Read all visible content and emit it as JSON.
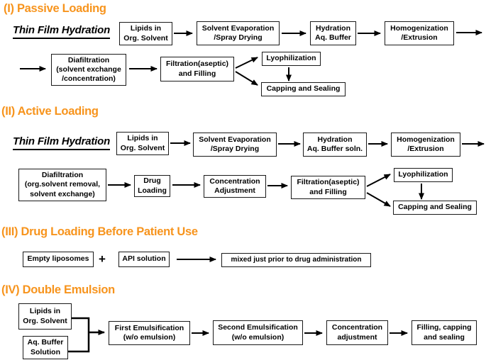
{
  "figure": {
    "type": "flow-diagram",
    "topic": "Liposome manufacturing process flows"
  },
  "palette": {
    "heading_orange": "#F7941D",
    "box_border": "#1a1a1a",
    "text": "#000000",
    "background": "#ffffff"
  },
  "sections": {
    "s1": {
      "heading": "(I) Passive Loading",
      "method_label": "Thin Film Hydration",
      "boxes": {
        "lipids": "Lipids in\nOrg. Solvent",
        "solvent_evap": "Solvent Evaporation\n/Spray Drying",
        "hydration": "Hydration\nAq. Buffer",
        "homogenization": "Homogenization\n/Extrusion",
        "diafiltration": "Diafiltration\n(solvent exchange\n/concentration)",
        "filtration": "Filtration(aseptic)\nand Filling",
        "lyophilization": "Lyophilization",
        "capping": "Capping and Sealing"
      }
    },
    "s2": {
      "heading": "(II) Active Loading",
      "method_label": "Thin Film Hydration",
      "boxes": {
        "lipids": "Lipids in\nOrg. Solvent",
        "solvent_evap": "Solvent Evaporation\n/Spray Drying",
        "hydration": "Hydration\nAq. Buffer soln.",
        "homogenization": "Homogenization\n/Extrusion",
        "diafiltration": "Diafiltration\n(org.solvent removal,\nsolvent exchange)",
        "drug_loading": "Drug\nLoading",
        "concentration": "Concentration\nAdjustment",
        "filtration": "Filtration(aseptic)\nand Filling",
        "lyophilization": "Lyophilization",
        "capping": "Capping and Sealing"
      }
    },
    "s3": {
      "heading": "(III) Drug Loading Before Patient Use",
      "plus_sign": "+",
      "boxes": {
        "empty_liposomes": "Empty liposomes",
        "api_solution": "API solution",
        "mixed": "mixed just prior to drug administration"
      }
    },
    "s4": {
      "heading": "(IV) Double Emulsion",
      "boxes": {
        "lipids": "Lipids in\nOrg. Solvent",
        "aq_buffer": "Aq. Buffer\nSolution",
        "first_emulsification": "First Emulsification\n(w/o emulsion)",
        "second_emulsification": "Second Emulsification\n(w/o emulsion)",
        "concentration": "Concentration\nadjustment",
        "filling": "Filling, capping\nand sealing"
      }
    }
  }
}
